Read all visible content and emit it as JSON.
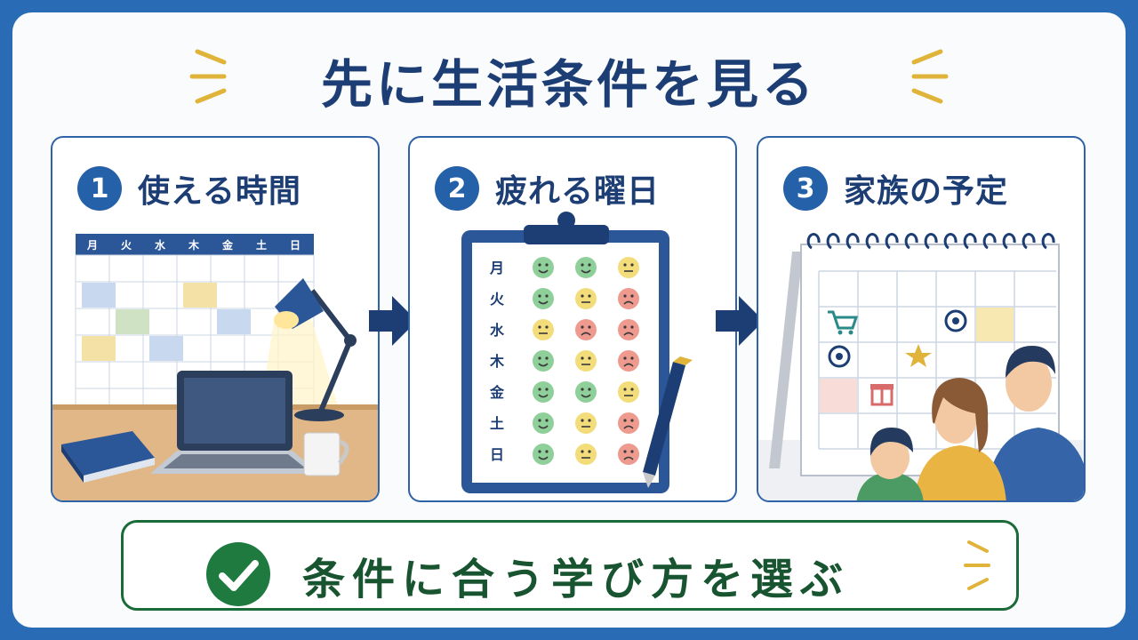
{
  "title": "先に生活条件を見る",
  "steps": [
    {
      "number": "1",
      "label": "使える時間",
      "weekdays": [
        "月",
        "火",
        "水",
        "木",
        "金",
        "土",
        "日"
      ]
    },
    {
      "number": "2",
      "label": "疲れる曜日",
      "days": [
        "月",
        "火",
        "水",
        "木",
        "金",
        "土",
        "日"
      ]
    },
    {
      "number": "3",
      "label": "家族の予定"
    }
  ],
  "conclusion": "条件に合う学び方を選ぶ",
  "colors": {
    "frame": "#2a6bb5",
    "navy": "#1d3e74",
    "green": "#1b6a3a",
    "accent": "#e0b43a"
  }
}
